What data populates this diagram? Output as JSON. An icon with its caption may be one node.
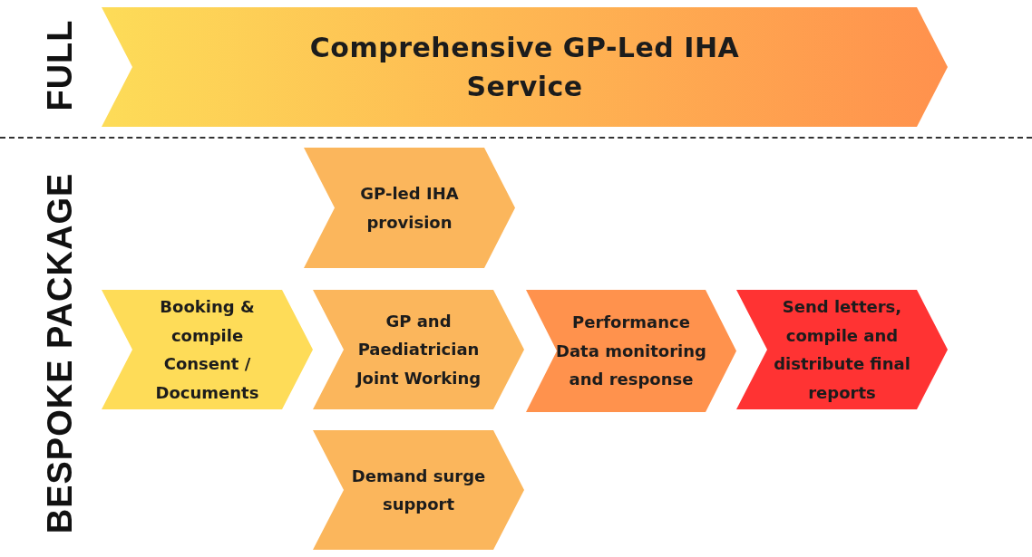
{
  "diagram": {
    "nodes": [
      {
        "text": [
          "Comprehensive GP-Led IHA Service"
        ]
      },
      {
        "text": [
          "GP-led IHA provision"
        ]
      },
      {
        "text": [
          "Booking & compile Consent / Documents"
        ]
      },
      {
        "text": [
          "GP and Paediatrician Joint Working"
        ]
      },
      {
        "text": [
          "Performance Data monitoring and response"
        ]
      },
      {
        "text": [
          "Send letters, compile and distribute final reports"
        ]
      },
      {
        "text": [
          "Demand surge support"
        ]
      }
    ],
    "labels": [
      "FULL",
      "BESPOKE PACKAGE"
    ]
  }
}
